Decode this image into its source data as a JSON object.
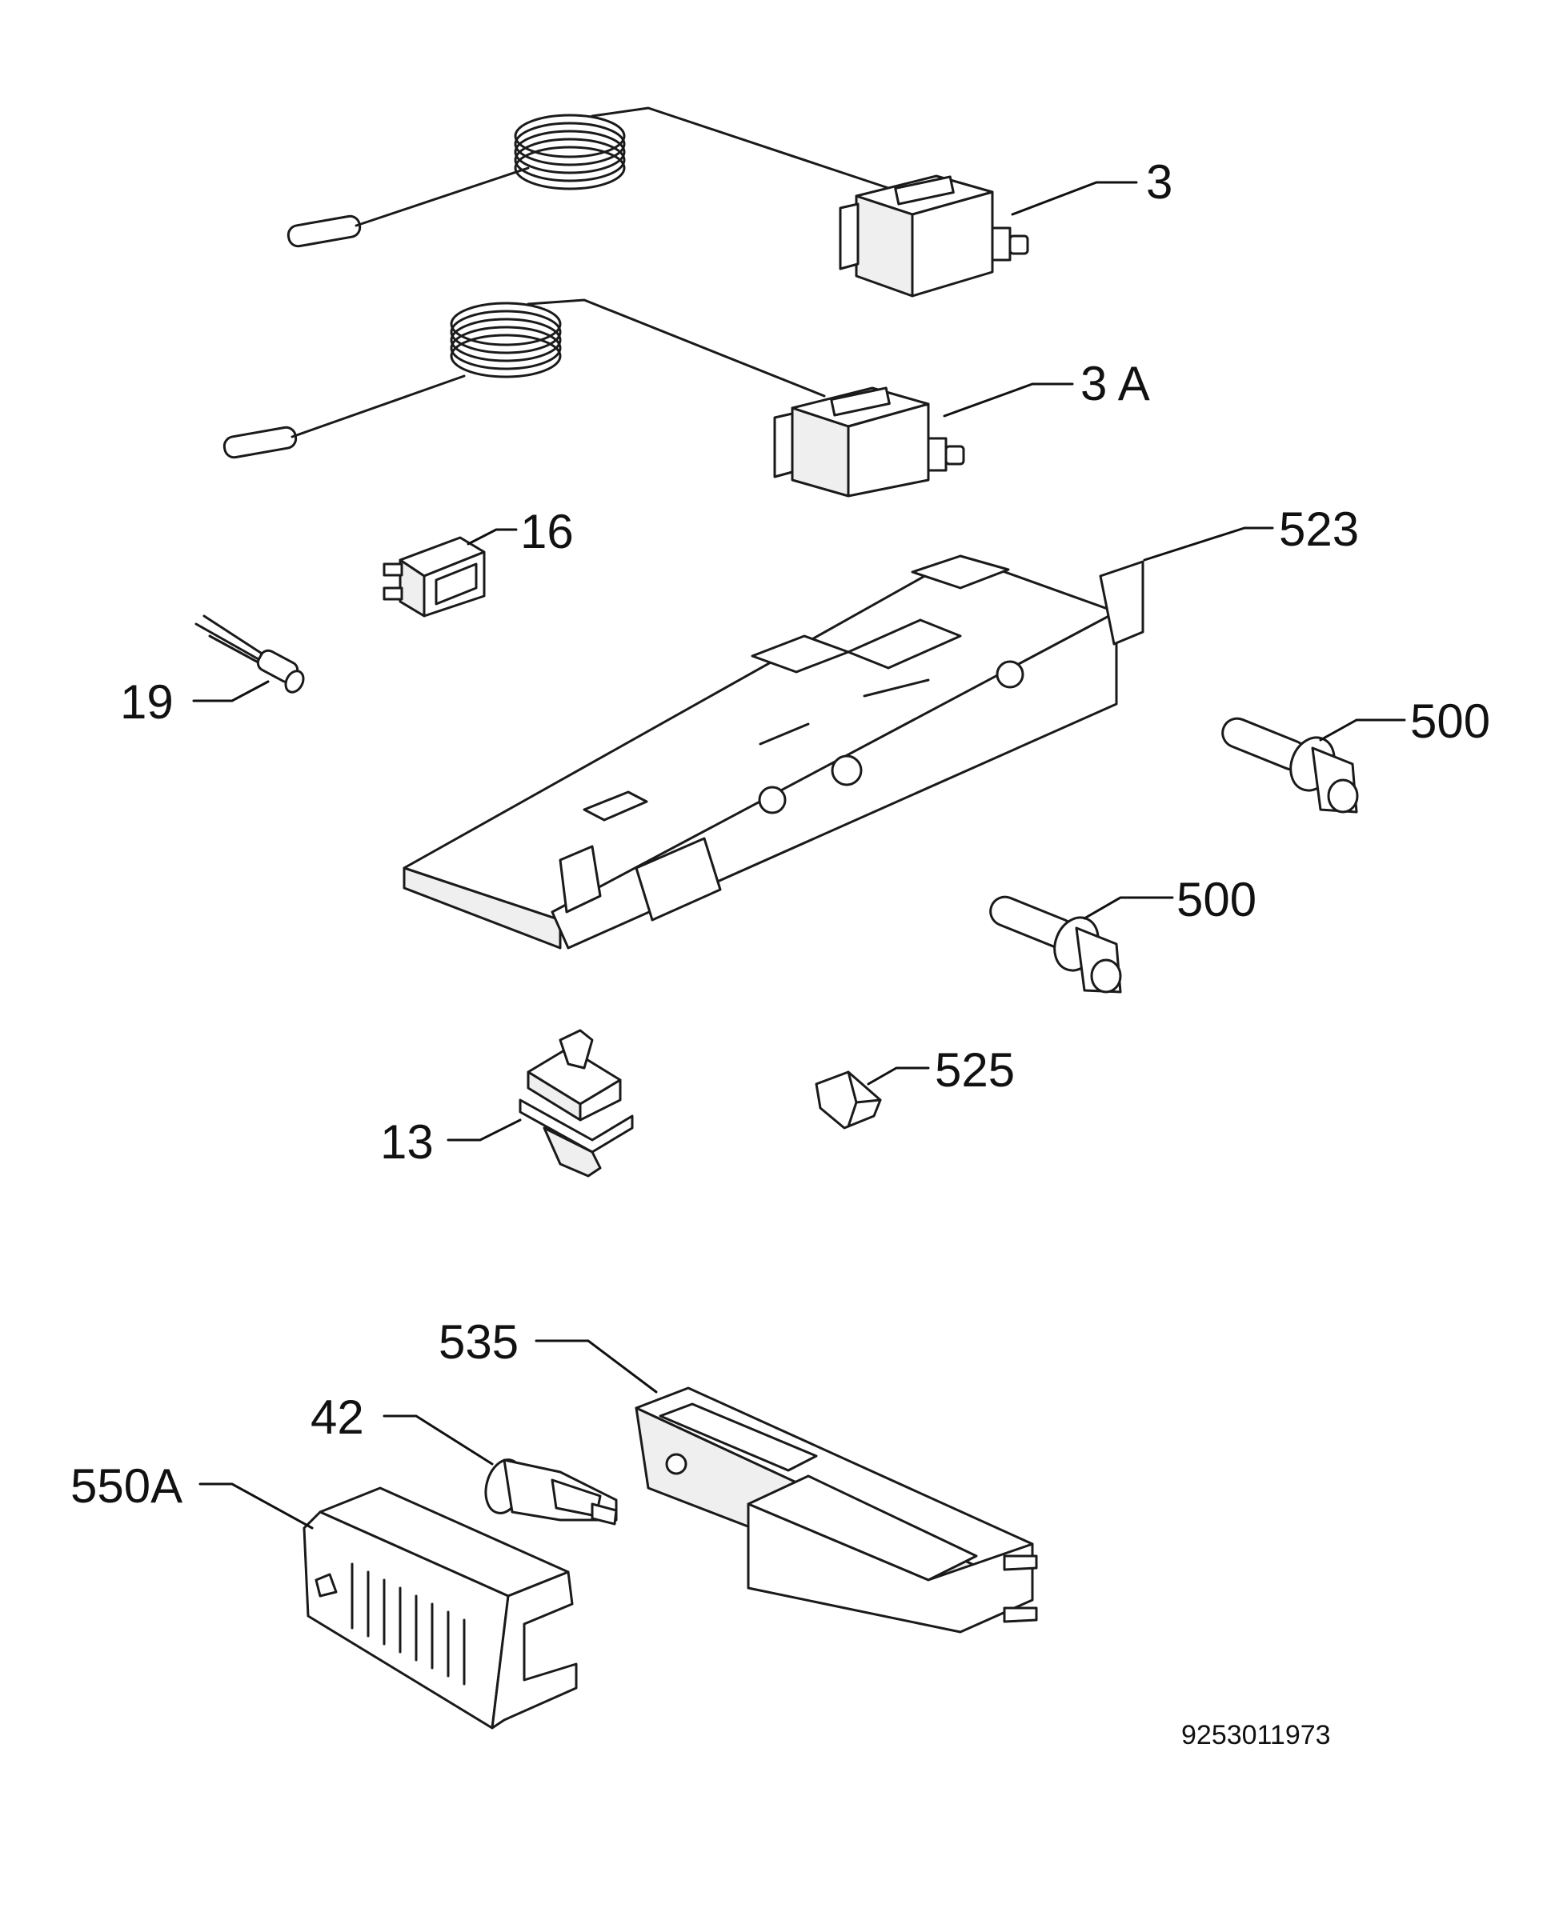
{
  "labels": {
    "l3": "3",
    "l3a": "3 A",
    "l16": "16",
    "l19": "19",
    "l523": "523",
    "l500a": "500",
    "l500b": "500",
    "l525": "525",
    "l13": "13",
    "l535": "535",
    "l42": "42",
    "l550a": "550A"
  },
  "drawing_code": "9253011973"
}
